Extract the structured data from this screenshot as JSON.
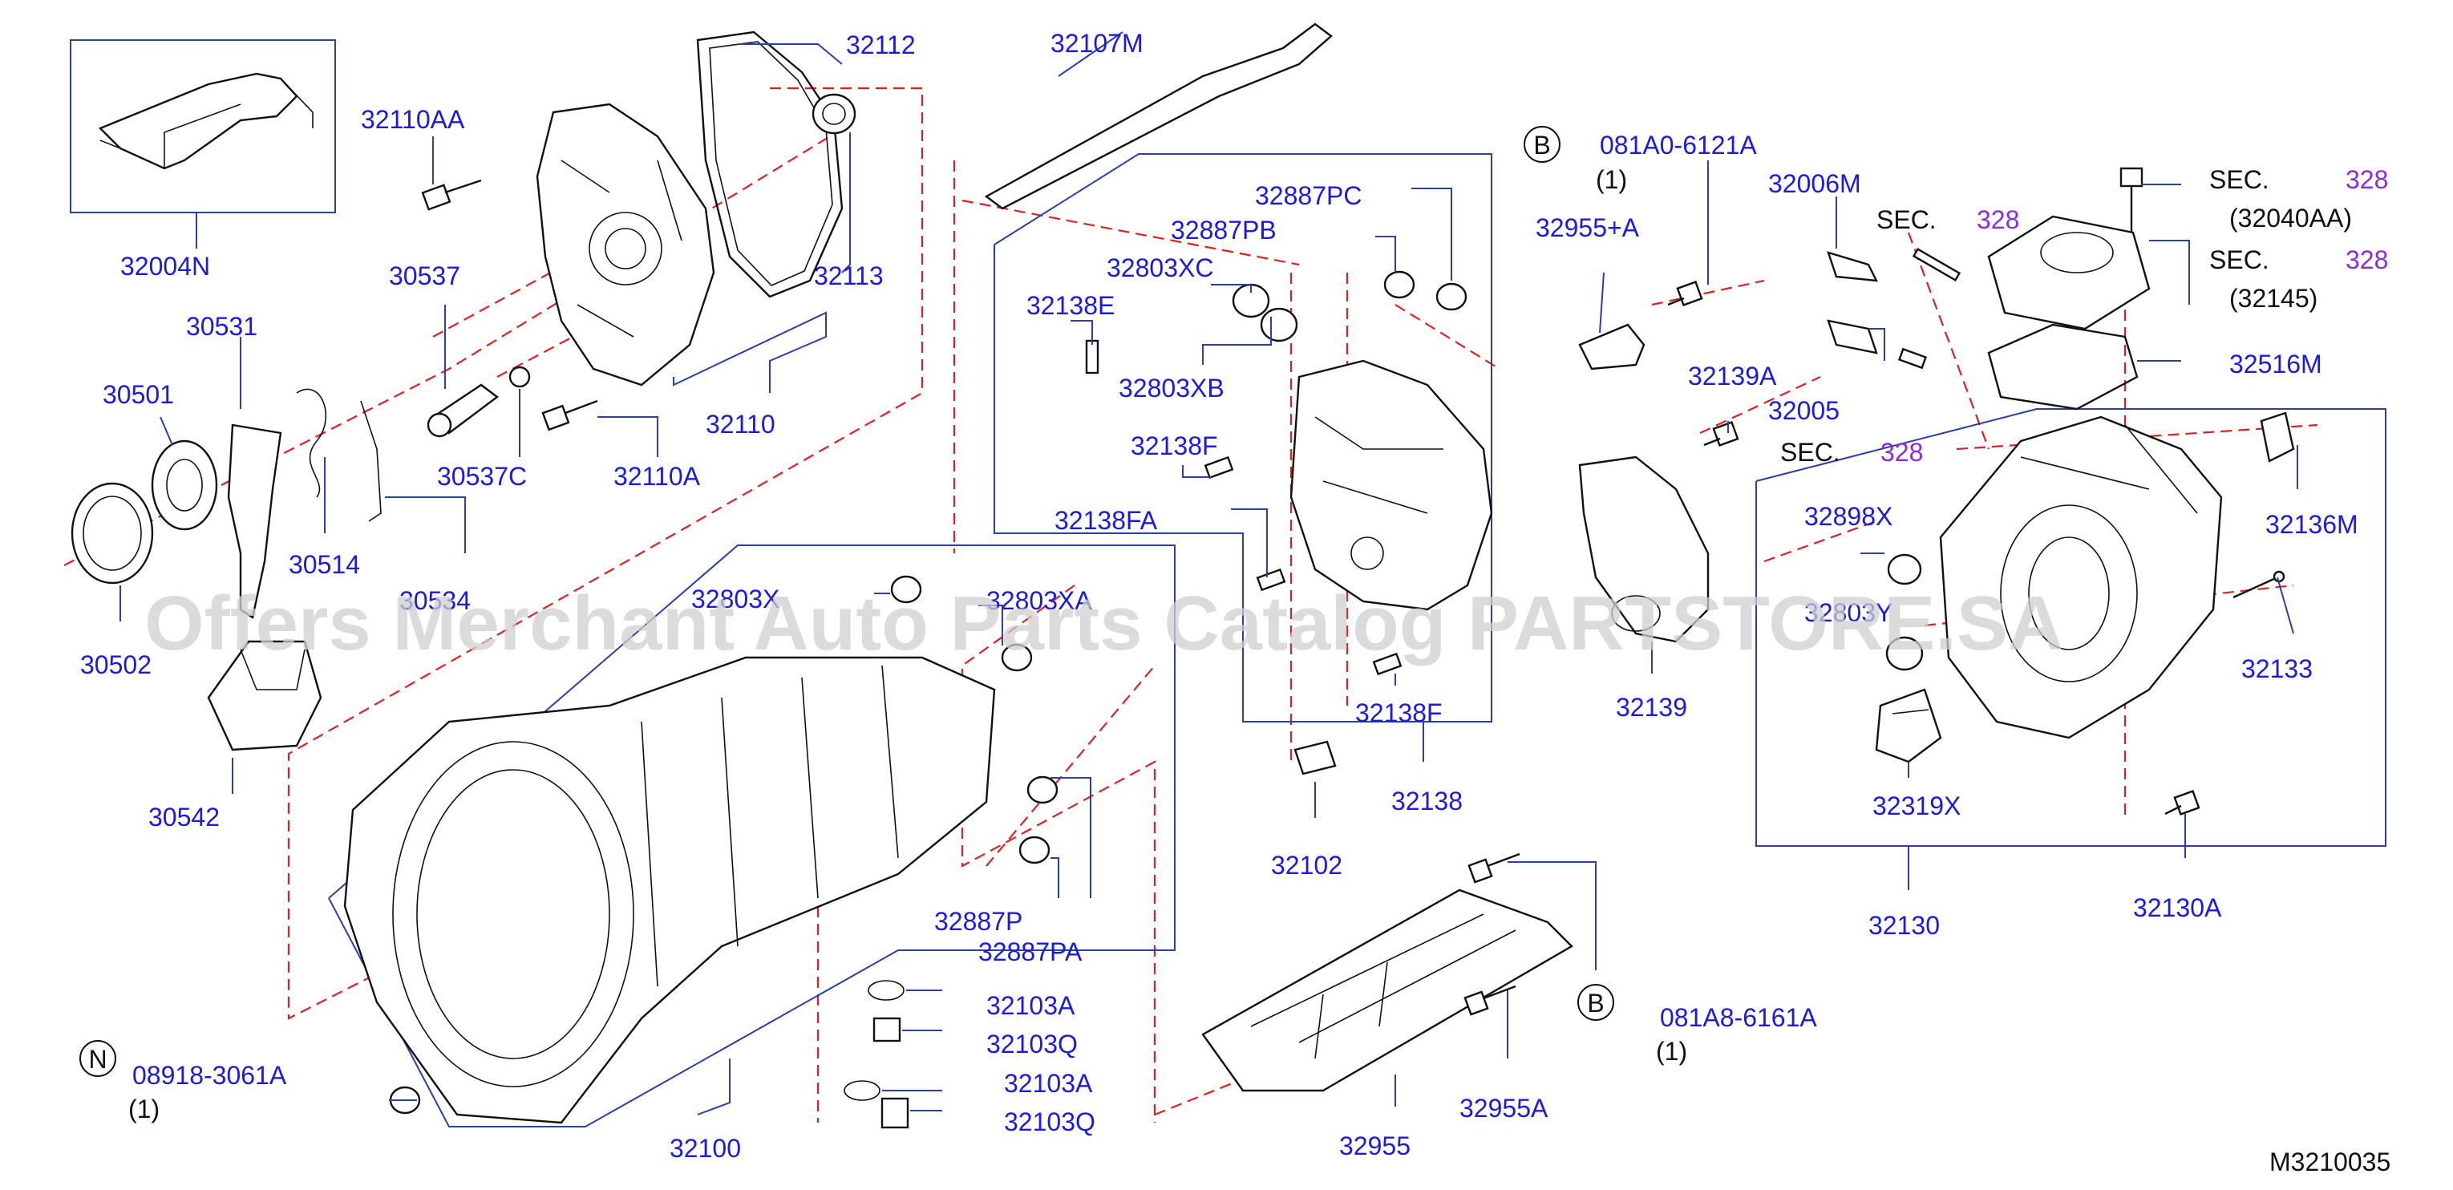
{
  "watermark": "Offers Merchant Auto Parts Catalog PARTSTORE.SA",
  "diagram_code": "M3210035",
  "sec_labels": {
    "sec": "SEC.",
    "num": "328"
  },
  "refs": {
    "b1_letter": "B",
    "b1_code": "081A0-6121A",
    "b1_qty": "(1)",
    "b2_letter": "B",
    "b2_code": "081A8-6161A",
    "b2_qty": "(1)",
    "n_letter": "N",
    "n_code": "08918-3061A",
    "n_qty": "(1)",
    "sec1_sub": "(32040AA)",
    "sec2_sub": "(32145)"
  },
  "parts": {
    "p32004N": "32004N",
    "p32110AA": "32110AA",
    "p32112": "32112",
    "p32113": "32113",
    "p30537": "30537",
    "p30531": "30531",
    "p30501": "30501",
    "p30537C": "30537C",
    "p32110A": "32110A",
    "p32110": "32110",
    "p30514": "30514",
    "p30534": "30534",
    "p30502": "30502",
    "p30542": "30542",
    "p32107M": "32107M",
    "p32887PC": "32887PC",
    "p32887PB": "32887PB",
    "p32803XC": "32803XC",
    "p32138E": "32138E",
    "p32803XB": "32803XB",
    "p32138F_a": "32138F",
    "p32138FA": "32138FA",
    "p32803X": "32803X",
    "p32803XA": "32803XA",
    "p32138F_b": "32138F",
    "p32138": "32138",
    "p32102": "32102",
    "p32887P": "32887P",
    "p32887PA": "32887PA",
    "p32103A_a": "32103A",
    "p32103Q_a": "32103Q",
    "p32103A_b": "32103A",
    "p32103Q_b": "32103Q",
    "p32100": "32100",
    "p32955": "32955",
    "p32955A": "32955A",
    "p32955pA": "32955+A",
    "p32006M": "32006M",
    "p32139A": "32139A",
    "p32005": "32005",
    "p32139": "32139",
    "p32898X": "32898X",
    "p32803Y": "32803Y",
    "p32136M": "32136M",
    "p32133": "32133",
    "p32516M": "32516M",
    "p32319X": "32319X",
    "p32130": "32130",
    "p32130A": "32130A"
  }
}
